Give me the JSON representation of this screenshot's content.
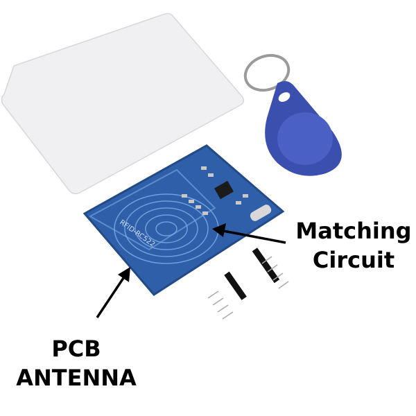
{
  "annotations": {
    "matching_circuit": [
      "Matching",
      "Circuit"
    ],
    "pcb_antenna": [
      "PCB",
      "ANTENNA"
    ]
  },
  "board": {
    "silkscreen": "RFID-RC522"
  },
  "colors": {
    "pcb": "#2f5fa8",
    "keyfob": "#3f52b0",
    "card": "#f1f1f3"
  }
}
